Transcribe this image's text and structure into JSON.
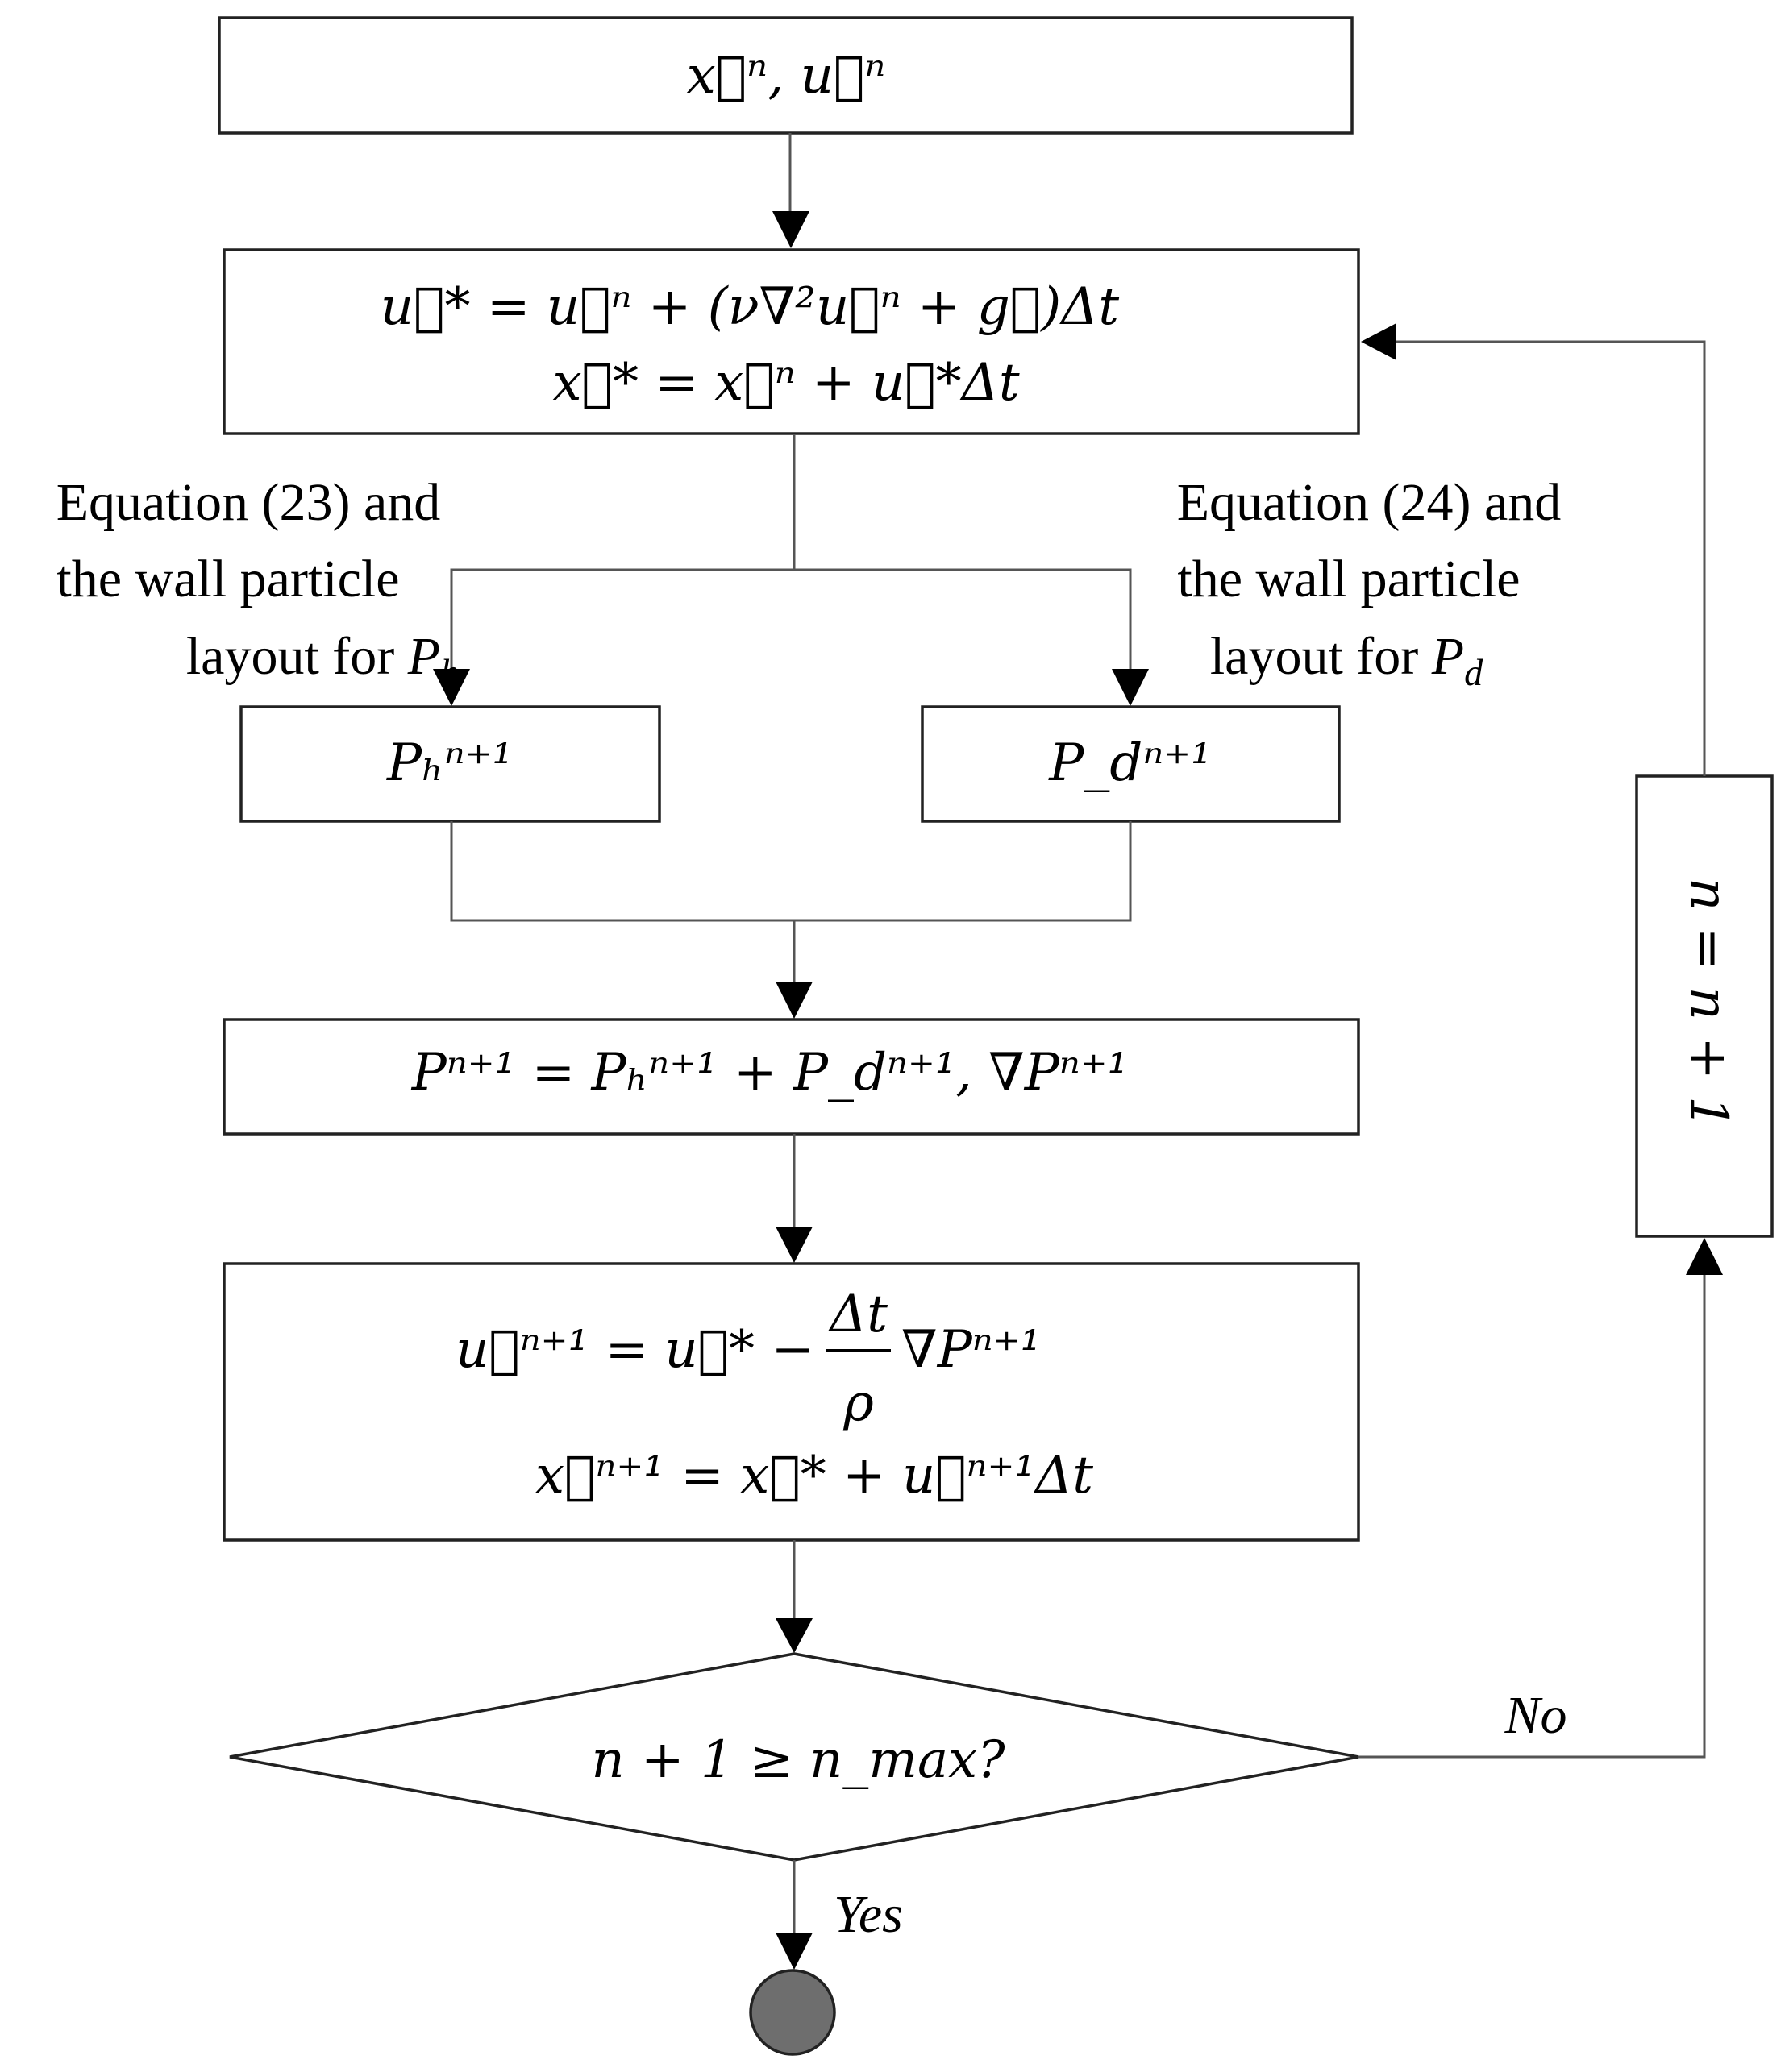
{
  "nodes": {
    "init": "x⃗ⁿ, u⃗ⁿ",
    "predict_u": "u⃗* = u⃗ⁿ + (ν∇²u⃗ⁿ + g⃗)Δt",
    "predict_x": "x⃗* = x⃗ⁿ + u⃗*Δt",
    "ph": "Pₕⁿ⁺¹",
    "pd": "P_dⁿ⁺¹",
    "pressure": "Pⁿ⁺¹ = Pₕⁿ⁺¹ + P_dⁿ⁺¹, ∇Pⁿ⁺¹",
    "correct_u_lhs": "u⃗ⁿ⁺¹ = u⃗* −",
    "correct_u_num": "Δt",
    "correct_u_den": "ρ",
    "correct_u_rhs": "∇Pⁿ⁺¹",
    "correct_x": "x⃗ⁿ⁺¹ = x⃗* + u⃗ⁿ⁺¹Δt",
    "decision": "n + 1 ≥ n_max?",
    "increment": "n = n + 1"
  },
  "labels": {
    "left_line1": "Equation (23) and",
    "left_line2": "the wall particle",
    "left_line3": "layout for ",
    "left_var": "P",
    "left_sub": "h",
    "right_line1": "Equation (24) and",
    "right_line2": "the wall particle",
    "right_line3": "layout for ",
    "right_var": "P",
    "right_sub": "d",
    "no": "No",
    "yes": "Yes"
  },
  "colors": {
    "terminal_fill": "#6e6e6e",
    "line": "#555555",
    "box_stroke": "#222222"
  }
}
